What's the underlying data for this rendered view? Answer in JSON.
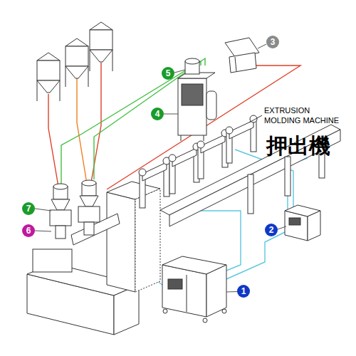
{
  "diagram": {
    "nodes": [
      {
        "text": [
          "3"
        ]
      },
      {
        "text": [
          "5"
        ]
      },
      {
        "text": [
          "4"
        ]
      },
      {
        "text": [
          "7"
        ]
      },
      {
        "text": [
          "2"
        ]
      },
      {
        "text": [
          "6"
        ]
      },
      {
        "text": [
          "1"
        ]
      }
    ],
    "labels": [
      "EXTRUSION MOLDING MACHINE",
      "押出機"
    ]
  }
}
